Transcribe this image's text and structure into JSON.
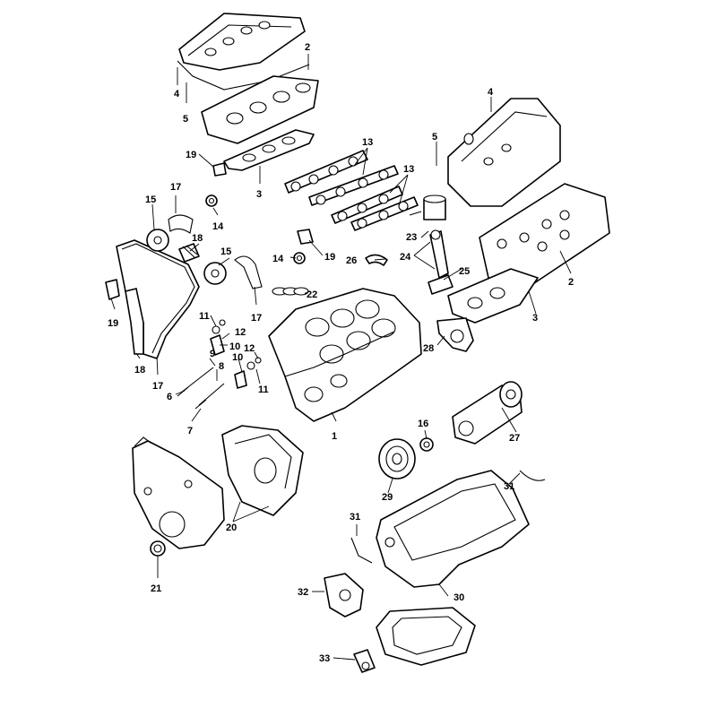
{
  "callouts": {
    "c1": "1",
    "c2a": "2",
    "c2b": "2",
    "c3a": "3",
    "c3b": "3",
    "c4a": "4",
    "c4b": "4",
    "c5a": "5",
    "c5b": "5",
    "c6": "6",
    "c7": "7",
    "c8": "8",
    "c9": "9",
    "c10a": "10",
    "c10b": "10",
    "c11a": "11",
    "c11b": "11",
    "c12a": "12",
    "c12b": "12",
    "c13a": "13",
    "c13b": "13",
    "c14a": "14",
    "c14b": "14",
    "c15a": "15",
    "c15b": "15",
    "c16": "16",
    "c17a": "17",
    "c17b": "17",
    "c17c": "17",
    "c18a": "18",
    "c18b": "18",
    "c19a": "19",
    "c19b": "19",
    "c19c": "19",
    "c20": "20",
    "c21": "21",
    "c22": "22",
    "c23": "23",
    "c24": "24",
    "c25": "25",
    "c26": "26",
    "c27": "27",
    "c28": "28",
    "c29": "29",
    "c30": "30",
    "c31a": "31",
    "c31b": "31",
    "c32": "32",
    "c33": "33"
  }
}
